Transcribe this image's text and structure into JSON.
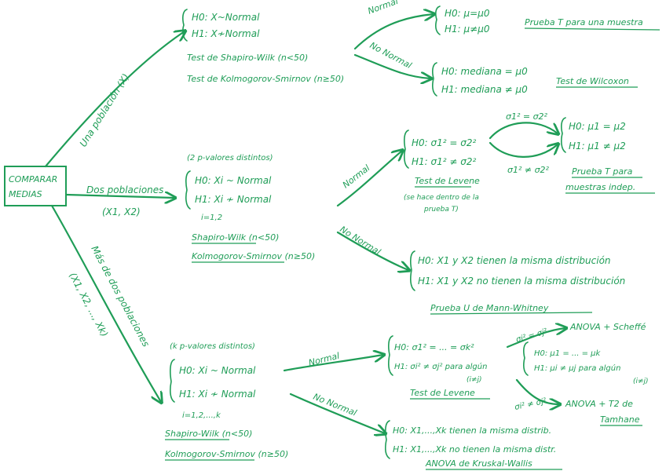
{
  "colors": {
    "ink": "#1f9d57",
    "background": "#ffffff"
  },
  "root": {
    "line1": "COMPARAR",
    "line2": "MEDIAS"
  },
  "one_population": {
    "label": "Una población (X)",
    "h0": "H0: X~Normal",
    "h1": "H1: X≁Normal",
    "test1": "Test de Shapiro-Wilk (n<50)",
    "test2": "Test de Kolmogorov-Smirnov (n≥50)",
    "normal_label": "Normal",
    "normal_h0": "H0: μ=μ0",
    "normal_h1": "H1: μ≠μ0",
    "normal_test": "Prueba T para una muestra",
    "nonnormal_label": "No Normal",
    "nonnormal_h0": "H0: mediana = μ0",
    "nonnormal_h1": "H1: mediana ≠ μ0",
    "nonnormal_test": "Test de Wilcoxon"
  },
  "two_populations": {
    "label": "Dos poblaciones",
    "vars": "(X1, X2)",
    "pvalues": "(2 p-valores distintos)",
    "h0": "H0: Xi ~ Normal",
    "h1": "H1: Xi ≁ Normal",
    "index": "i=1,2",
    "test1": "Shapiro-Wilk (n<50)",
    "test2": "Kolmogorov-Smirnov (n≥50)",
    "normal_label": "Normal",
    "levene_h0": "H0: σ1² = σ2²",
    "levene_h1": "H1: σ1² ≠ σ2²",
    "levene_test": "Test de Levene",
    "levene_note1": "(se hace dentro de la",
    "levene_note2": "prueba T)",
    "equal_var": "σ1² = σ2²",
    "unequal_var": "σ1² ≠ σ2²",
    "t_h0": "H0: μ1 = μ2",
    "t_h1": "H1: μ1 ≠ μ2",
    "t_test1": "Prueba T para",
    "t_test2": "muestras indep.",
    "nonnormal_label": "No Normal",
    "mw_h0": "H0: X1 y X2 tienen la misma distribución",
    "mw_h1": "H1: X1 y X2 no tienen la misma distribución",
    "mw_test": "Prueba U de Mann-Whitney"
  },
  "many_populations": {
    "label": "Más de dos poblaciones",
    "vars": "(X1, X2, ..., Xk)",
    "pvalues": "(k p-valores distintos)",
    "h0": "H0: Xi ~ Normal",
    "h1": "H1: Xi ≁ Normal",
    "index": "i=1,2,...,k",
    "test1": "Shapiro-Wilk (n<50)",
    "test2": "Kolmogorov-Smirnov (n≥50)",
    "normal_label": "Normal",
    "levene_h0": "H0: σ1² = ... = σk²",
    "levene_h1a": "H1: σi² ≠ σj² para algún",
    "levene_h1b": "(i≠j)",
    "levene_test": "Test de Levene",
    "equal_var": "σi² = σj²",
    "unequal_var": "σi² ≠ σj²",
    "anova1": "ANOVA + Scheffé",
    "anova_h0": "H0: μ1 = ... = μk",
    "anova_h1": "H1: μi ≠ μj para algún",
    "anova_h1b": "(i≠j)",
    "anova2a": "ANOVA + T2 de",
    "anova2b": "Tamhane",
    "nonnormal_label": "No Normal",
    "kw_h0": "H0: X1,...,Xk tienen la misma distrib.",
    "kw_h1": "H1: X1,...,Xk no tienen la misma distr.",
    "kw_test": "ANOVA de Kruskal-Wallis"
  }
}
